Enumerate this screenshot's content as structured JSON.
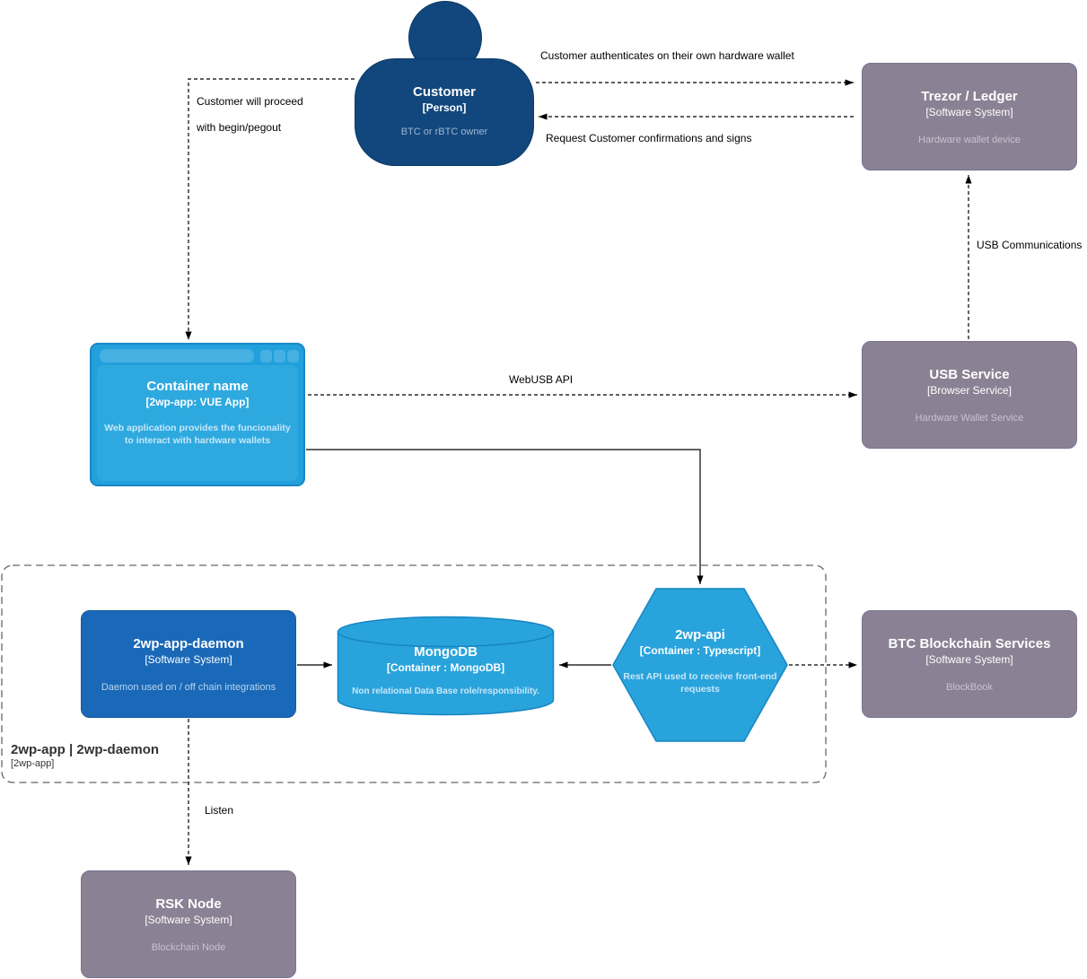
{
  "nodes": {
    "customer": {
      "title": "Customer",
      "subtitle": "[Person]",
      "desc": "BTC or rBTC owner"
    },
    "trezor": {
      "title": "Trezor / Ledger",
      "subtitle": "[Software System]",
      "desc": "Hardware wallet device"
    },
    "container": {
      "title": "Container name",
      "subtitle": "[2wp-app: VUE App]",
      "desc": "Web application provides the funcionality to interact with hardware wallets"
    },
    "usb": {
      "title": "USB Service",
      "subtitle": "[Browser Service]",
      "desc": "Hardware Wallet Service"
    },
    "daemon": {
      "title": "2wp-app-daemon",
      "subtitle": "[Software System]",
      "desc": "Daemon used on / off chain integrations"
    },
    "mongo": {
      "title": "MongoDB",
      "subtitle": "[Container : MongoDB]",
      "desc": "Non relational Data Base role/responsibility."
    },
    "api": {
      "title": "2wp-api",
      "subtitle": "[Container : Typescript]",
      "desc": "Rest API used to receive front-end requests"
    },
    "btc": {
      "title": "BTC Blockchain Services",
      "subtitle": "[Software System]",
      "desc": "BlockBook"
    },
    "rsk": {
      "title": "RSK Node",
      "subtitle": "[Software System]",
      "desc": "Blockchain Node"
    }
  },
  "boundary": {
    "title": "2wp-app | 2wp-daemon",
    "subtitle": "[2wp-app]"
  },
  "edges": {
    "auth": "Customer authenticates on their own hardware wallet",
    "request": "Request Customer confirmations and signs",
    "proceed_line1": "Customer will proceed",
    "proceed_line2": "with begin/pegout",
    "webusb": "WebUSB API",
    "usb_comm": "USB Communications",
    "listen": "Listen"
  },
  "colors": {
    "person": "#12477D",
    "system_blue": "#1A69B8",
    "container_blue": "#29A3DC",
    "external_gray": "#8A8294"
  }
}
